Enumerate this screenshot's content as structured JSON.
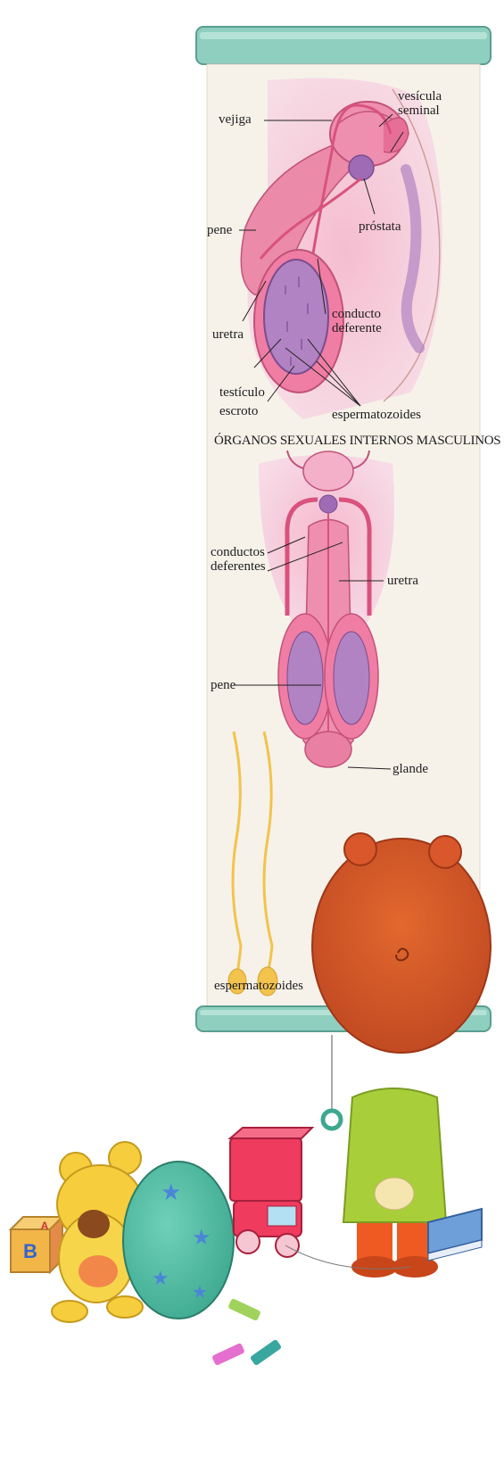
{
  "poster": {
    "title": "ÓRGANOS SEXUALES INTERNOS MASCULINOS",
    "side_view_labels": {
      "vejiga": "vejiga",
      "vesicula_seminal": "vesícula seminal",
      "pene": "pene",
      "prostata": "próstata",
      "uretra": "uretra",
      "conducto_deferente": "conducto deferente",
      "testiculo": "testículo",
      "escroto": "escroto",
      "espermatozoides": "espermatozoides"
    },
    "front_view_labels": {
      "conductos_deferentes": "conductos deferentes",
      "uretra": "uretra",
      "pene": "pene",
      "glande": "glande"
    },
    "sperm_caption": "espermatozoides"
  },
  "block": {
    "letters": [
      "A",
      "B"
    ]
  },
  "colors": {
    "scroll_bar": "#8fcfc0",
    "paper": "#f6f2ea",
    "body_pink": "#f2a7bf",
    "organ_pink": "#e9769a",
    "purple": "#b283c2",
    "sperm": "#f2c34d",
    "hair": "#d9572a",
    "shirt": "#a8cf3a",
    "pants": "#ef5a22"
  }
}
